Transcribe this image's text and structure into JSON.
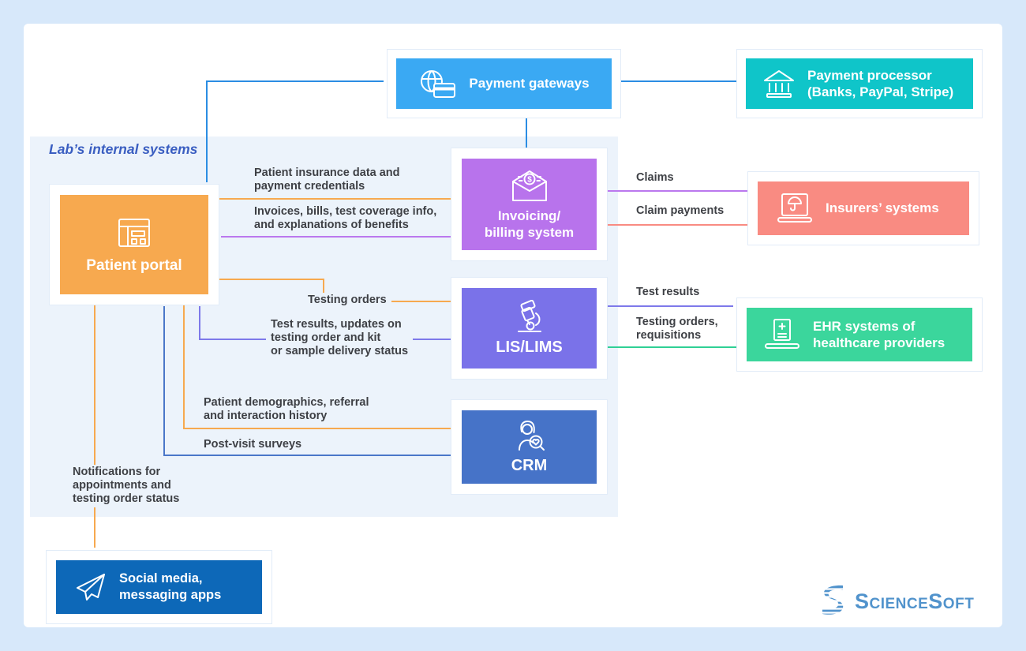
{
  "panel": {
    "label": "Lab’s internal systems",
    "bg": "#ecf3fb"
  },
  "nodes": {
    "payment_gateways": {
      "label": "Payment gateways",
      "color": "#3aa9f3",
      "icon": "globe-card-icon"
    },
    "payment_processor": {
      "label": "Payment processor\n(Banks, PayPal, Stripe)",
      "color": "#0fc5c9",
      "icon": "bank-icon"
    },
    "patient_portal": {
      "label": "Patient portal",
      "color": "#f7a94f",
      "icon": "portal-window-icon"
    },
    "invoicing_billing": {
      "label": "Invoicing/\nbilling system",
      "color": "#b873ec",
      "icon": "invoice-envelope-icon"
    },
    "lis_lims": {
      "label": "LIS/LIMS",
      "color": "#7a72e9",
      "icon": "microscope-icon"
    },
    "crm": {
      "label": "CRM",
      "color": "#4673c8",
      "icon": "customer-search-icon"
    },
    "insurers": {
      "label": "Insurers’ systems",
      "color": "#f98b82",
      "icon": "insurance-laptop-icon"
    },
    "ehr": {
      "label": "EHR systems of\nhealthcare providers",
      "color": "#3bd69c",
      "icon": "ehr-laptop-icon"
    },
    "social_media": {
      "label": "Social media,\nmessaging apps",
      "color": "#0d68b8",
      "icon": "paper-plane-icon"
    }
  },
  "edges": {
    "insurance_data": {
      "label": "Patient insurance data and\npayment credentials",
      "color": "#f7a94f"
    },
    "invoices_bills": {
      "label": "Invoices, bills, test coverage info,\nand explanations of benefits",
      "color": "#bb78ee"
    },
    "testing_orders": {
      "label": "Testing orders",
      "color": "#f7a94f"
    },
    "test_updates": {
      "label": "Test results, updates on\ntesting order and kit\nor sample delivery status",
      "color": "#7e79ea"
    },
    "demographics": {
      "label": "Patient demographics, referral\nand interaction history",
      "color": "#f7a94f"
    },
    "surveys": {
      "label": "Post-visit surveys",
      "color": "#4a77c9"
    },
    "notifications": {
      "label": "Notifications for\nappointments and\ntesting order status",
      "color": "#f7a94f"
    },
    "claims": {
      "label": "Claims",
      "color": "#bb78ee"
    },
    "claim_payments": {
      "label": "Claim payments",
      "color": "#f98b82"
    },
    "test_results": {
      "label": "Test results",
      "color": "#7e79ea"
    },
    "orders_requisitions": {
      "label": "Testing orders,\nrequisitions",
      "color": "#2fd095"
    },
    "payment_links_color": "#2b8de3"
  },
  "logo": {
    "text": "ScienceSoft",
    "color": "#5193cc"
  }
}
